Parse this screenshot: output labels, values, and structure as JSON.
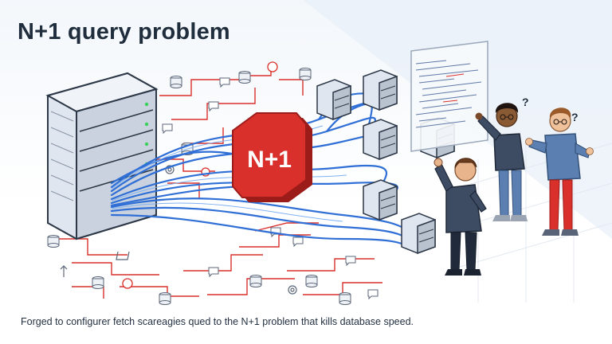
{
  "title": "N+1 query problem",
  "badge_label": "N+1",
  "caption": "Forged to configurer fetch scareagies qued to the N+1 problem that kills database speed.",
  "question_mark": "?",
  "colors": {
    "accent_red": "#d9302c",
    "query_blue": "#2f6fd6",
    "server_gray": "#5b6678",
    "title_text": "#1f2d3d"
  }
}
